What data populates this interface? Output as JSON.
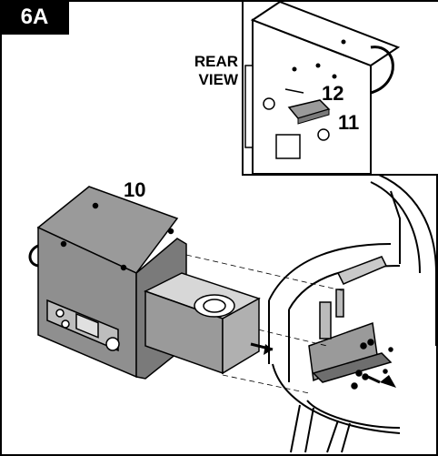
{
  "step": "6A",
  "inset": {
    "view_label_line1": "REAR",
    "view_label_line2": "VIEW"
  },
  "callouts": {
    "part_12": "12",
    "part_11": "11",
    "part_10": "10"
  },
  "colors": {
    "part_fill": "#8f8f8f",
    "part_light": "#d7d7d7",
    "outline": "#000000"
  }
}
